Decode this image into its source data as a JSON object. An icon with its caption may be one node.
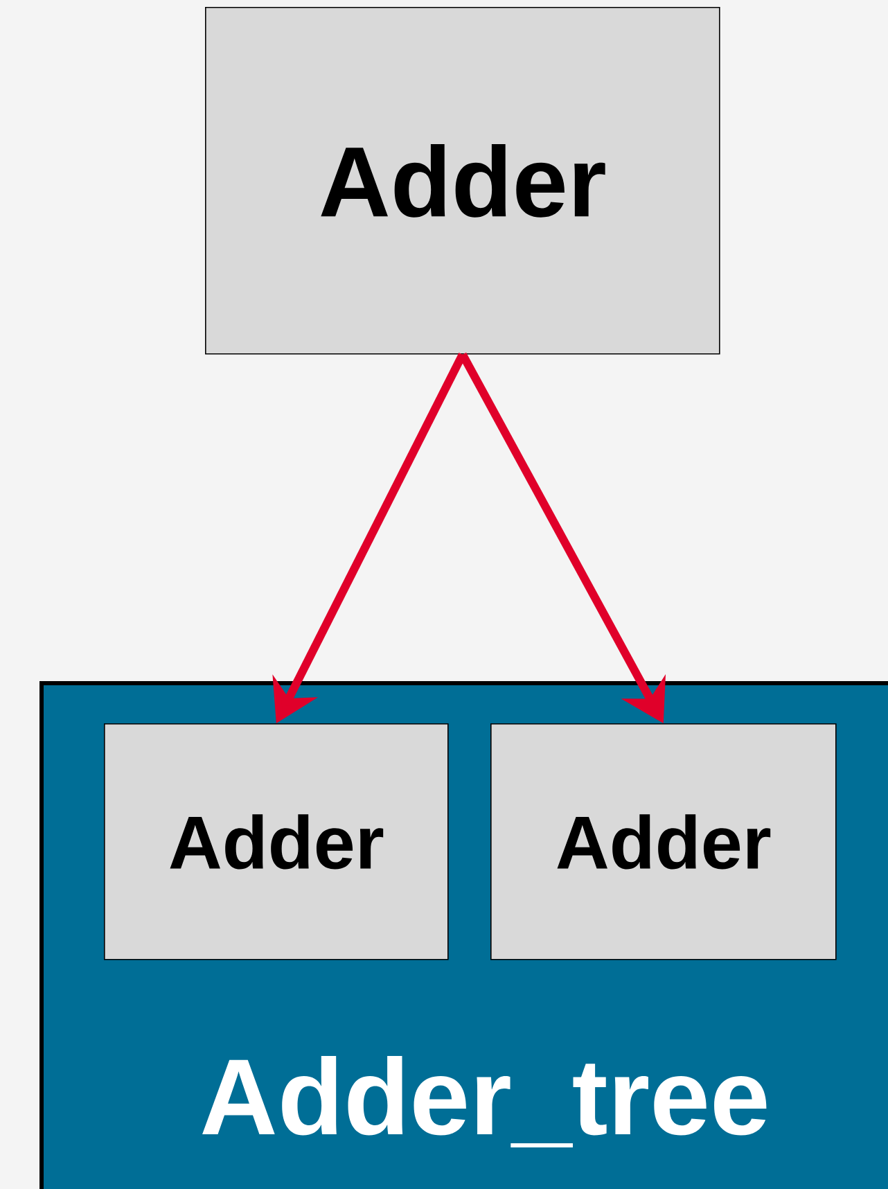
{
  "diagram": {
    "nodes": [
      {
        "text": [
          "Adder"
        ]
      },
      {
        "text": [
          "Adder_tree"
        ]
      },
      {
        "text": [
          "Adder"
        ],
        "in": 1
      },
      {
        "text": [
          "Adder"
        ],
        "in": 1
      }
    ],
    "edges": [
      {
        "from": 0,
        "to": 2,
        "arrow": "to",
        "color": "#e0002a"
      },
      {
        "from": 0,
        "to": 3,
        "arrow": "to",
        "color": "#e0002a"
      }
    ]
  }
}
